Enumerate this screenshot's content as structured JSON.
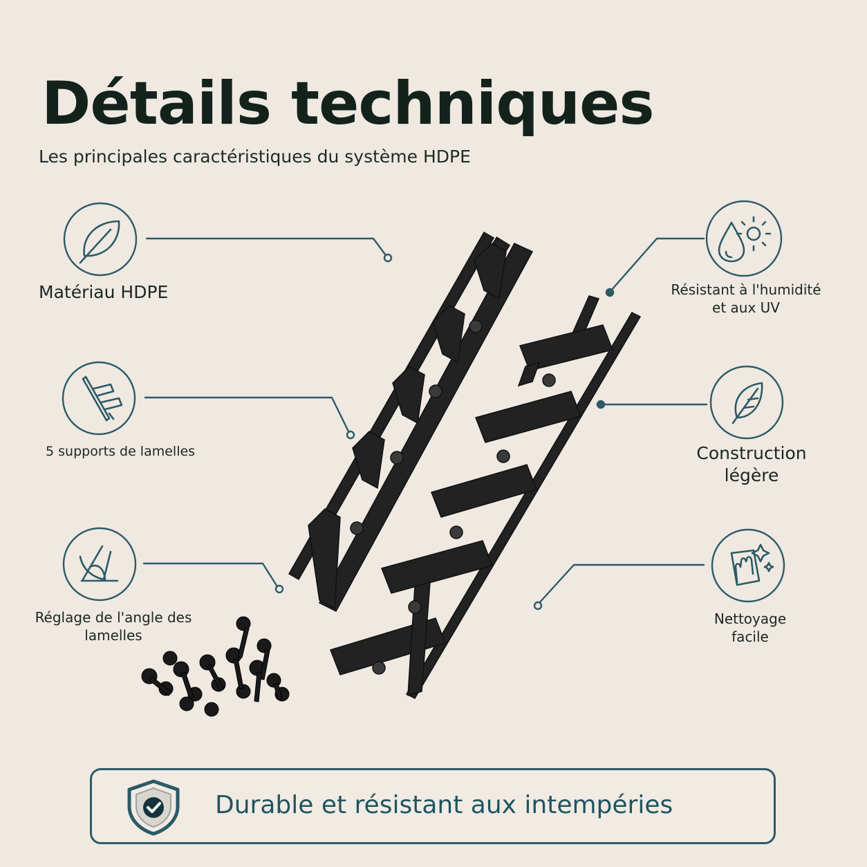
{
  "header": {
    "title": "Détails techniques",
    "subtitle": "Les principales caractéristiques du système HDPE"
  },
  "features_left": [
    {
      "icon": "leaf-icon",
      "label": "Matériau HDPE"
    },
    {
      "icon": "slat-support-icon",
      "label": "5 supports de lamelles"
    },
    {
      "icon": "angle-adjust-icon",
      "label_line1": "Réglage de l'angle des",
      "label_line2": "lamelles"
    }
  ],
  "features_right": [
    {
      "icon": "water-sun-icon",
      "label_line1": "Résistant à l'humidité",
      "label_line2": "et aux UV"
    },
    {
      "icon": "feather-icon",
      "label_line1": "Construction",
      "label_line2": "légère"
    },
    {
      "icon": "cleaning-hand-icon",
      "label_line1": "Nettoyage",
      "label_line2": "facile"
    }
  ],
  "banner": {
    "icon": "shield-check-icon",
    "text": "Durable et résistant aux intempéries"
  },
  "colors": {
    "background": "#efe9e1",
    "accent": "#2c5a66",
    "text": "#14221c",
    "product": "#222222"
  }
}
